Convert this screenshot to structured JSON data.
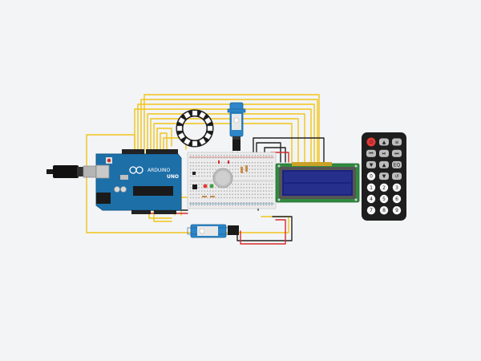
{
  "board": {
    "brand": "ARDUINO",
    "model": "UNO"
  },
  "remote": {
    "buttons": [
      {
        "label": "⏻",
        "kind": "power"
      },
      {
        "label": "▲",
        "kind": "grey"
      },
      {
        "label": "≡",
        "kind": "grey"
      },
      {
        "label": "⏮",
        "kind": "grey"
      },
      {
        "label": "⏯",
        "kind": "grey"
      },
      {
        "label": "⏭",
        "kind": "grey"
      },
      {
        "label": "▼",
        "kind": "grey"
      },
      {
        "label": "▲",
        "kind": "grey"
      },
      {
        "label": "EQ",
        "kind": "grey"
      },
      {
        "label": "0",
        "kind": "num"
      },
      {
        "label": "▼",
        "kind": "grey"
      },
      {
        "label": "↺",
        "kind": "grey"
      },
      {
        "label": "1",
        "kind": "num"
      },
      {
        "label": "2",
        "kind": "num"
      },
      {
        "label": "3",
        "kind": "num"
      },
      {
        "label": "4",
        "kind": "num"
      },
      {
        "label": "5",
        "kind": "num"
      },
      {
        "label": "6",
        "kind": "num"
      },
      {
        "label": "7",
        "kind": "num"
      },
      {
        "label": "8",
        "kind": "num"
      },
      {
        "label": "9",
        "kind": "num"
      }
    ]
  },
  "colors": {
    "wire_yellow": "#f2c418",
    "wire_red": "#d62b2b",
    "wire_black": "#222222",
    "arduino": "#1d6fa8",
    "lcd_pcb": "#2f8a3e",
    "lcd_screen": "#1a237e",
    "servo": "#2c86c9",
    "remote": "#1e1e1e",
    "power_button": "#e53935"
  }
}
